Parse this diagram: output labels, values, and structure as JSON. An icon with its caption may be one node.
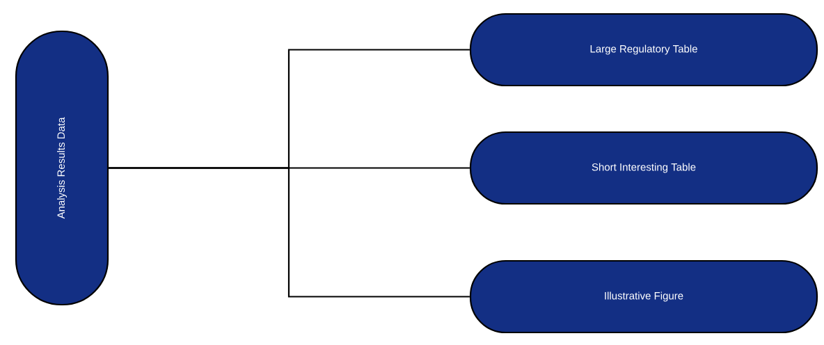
{
  "diagram": {
    "nodes": [
      {
        "text": [
          "Analysis Results Data"
        ]
      },
      {
        "text": [
          "Large Regulatory Table"
        ]
      },
      {
        "text": [
          "Short Interesting Table"
        ]
      },
      {
        "text": [
          "Illustrative Figure"
        ]
      }
    ],
    "edges": [
      {
        "from": 0,
        "to": 1,
        "arrow": "none"
      },
      {
        "from": 0,
        "to": 2,
        "arrow": "none"
      },
      {
        "from": 0,
        "to": 3,
        "arrow": "none"
      }
    ]
  }
}
